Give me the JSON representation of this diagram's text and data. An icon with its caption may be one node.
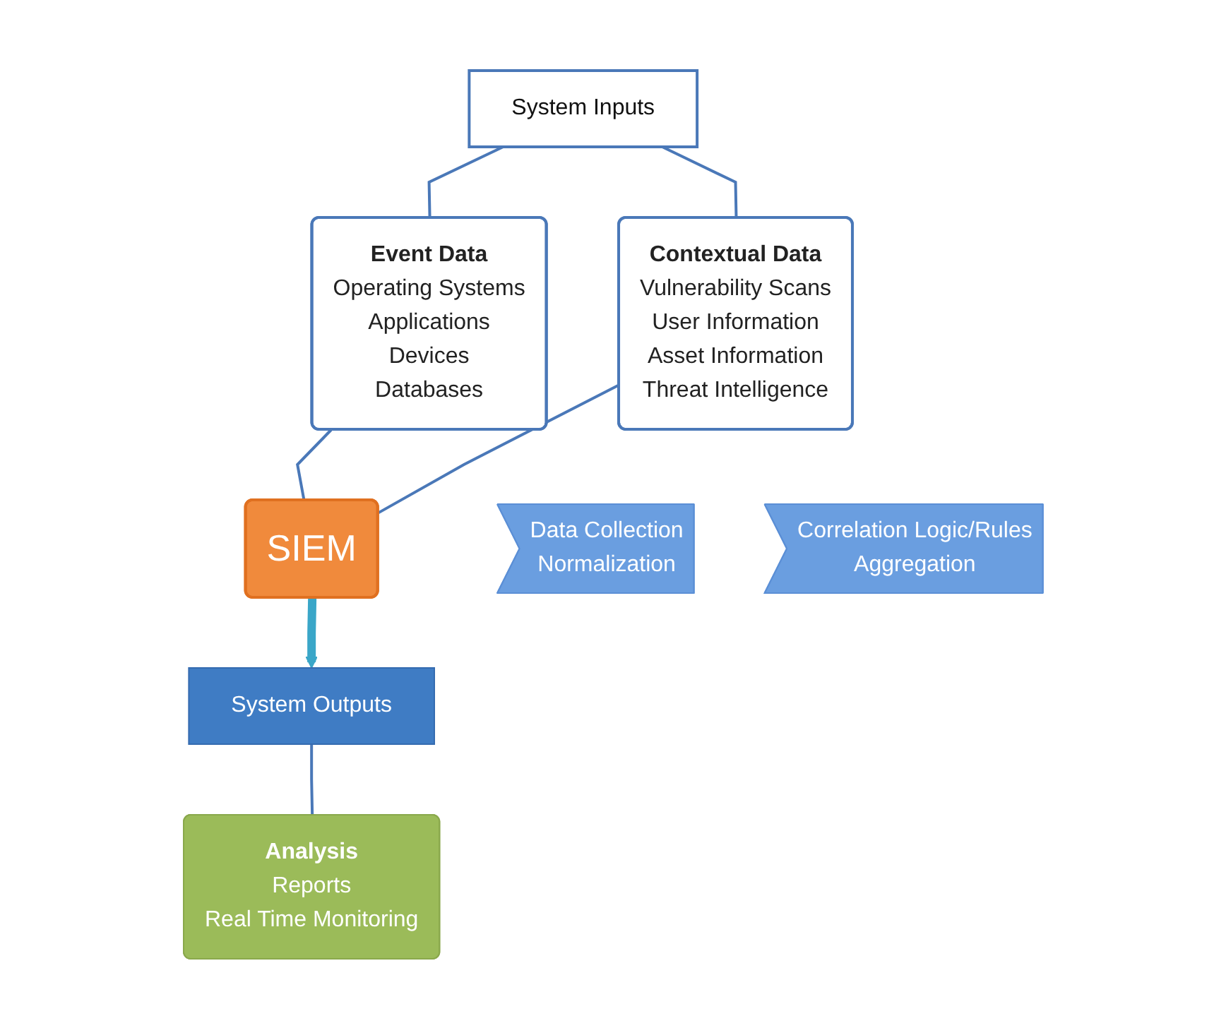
{
  "diagram": {
    "nodes": [
      {
        "text": [
          "System Inputs"
        ]
      },
      {
        "text": [
          "Event Data",
          "Operating Systems",
          "Applications",
          "Devices",
          "Databases"
        ]
      },
      {
        "text": [
          "Contextual Data",
          "Vulnerability Scans",
          "User Information",
          "Asset Information",
          "Threat Intelligence"
        ]
      },
      {
        "text": [
          "SIEM"
        ]
      },
      {
        "text": [
          "Data Collection",
          "Normalization"
        ]
      },
      {
        "text": [
          "Correlation Logic/Rules",
          "Aggregation"
        ]
      },
      {
        "text": [
          "System Outputs"
        ]
      },
      {
        "text": [
          "Analysis",
          "Reports",
          "Real Time Monitoring"
        ]
      }
    ],
    "edges": [
      {
        "from": 0,
        "to": 1,
        "arrow": "none"
      },
      {
        "from": 0,
        "to": 2,
        "arrow": "none"
      },
      {
        "from": 1,
        "to": 3,
        "arrow": "none"
      },
      {
        "from": 2,
        "to": 3,
        "arrow": "none"
      },
      {
        "from": 3,
        "to": 6,
        "arrow": "to",
        "style": "thick",
        "color": "#3aa6c8"
      },
      {
        "from": 6,
        "to": 7,
        "arrow": "none"
      }
    ]
  }
}
